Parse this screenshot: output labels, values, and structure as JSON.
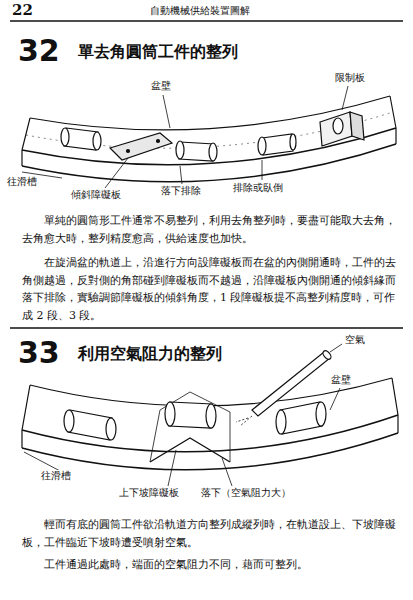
{
  "diagram": {
    "labels": [
      "22",
      "自動機械供給裝置圖解",
      "32",
      "單去角圓筒工件的整列",
      "盆壁",
      "限制板",
      "往滑槽",
      "傾斜障礙板",
      "落下排除",
      "排除或臥倒",
      "單純的圓筒形工件通常不易整列，利用去角整列時，要盡可能取大去角，去角愈大時，整列精度愈高，供給速度也加快。",
      "在旋渦盆的軌道上，沿進行方向設障礙板而在盆的內側開通時，工件的去角側越過，反對側的角部碰到障礙板而不越過，沿障礙板內側開通的傾斜緣而落下排除，實驗調節障礙板的傾斜角度，1 段障礙板提不高整列精度時，可作成 2 段、3 段。",
      "33",
      "利用空氣阻力的整列",
      "空氣",
      "盆壁",
      "往滑槽",
      "上下坡障礙板",
      "落下（空氣阻力大）",
      "輕而有底的圓筒工件欲沿軌道方向整列成縱列時，在軌道設上、下坡障礙板，工件臨近下坡時遭受噴射空氣。",
      "工件通過此處時，端面的空氣阻力不同，藉而可整列。"
    ]
  }
}
